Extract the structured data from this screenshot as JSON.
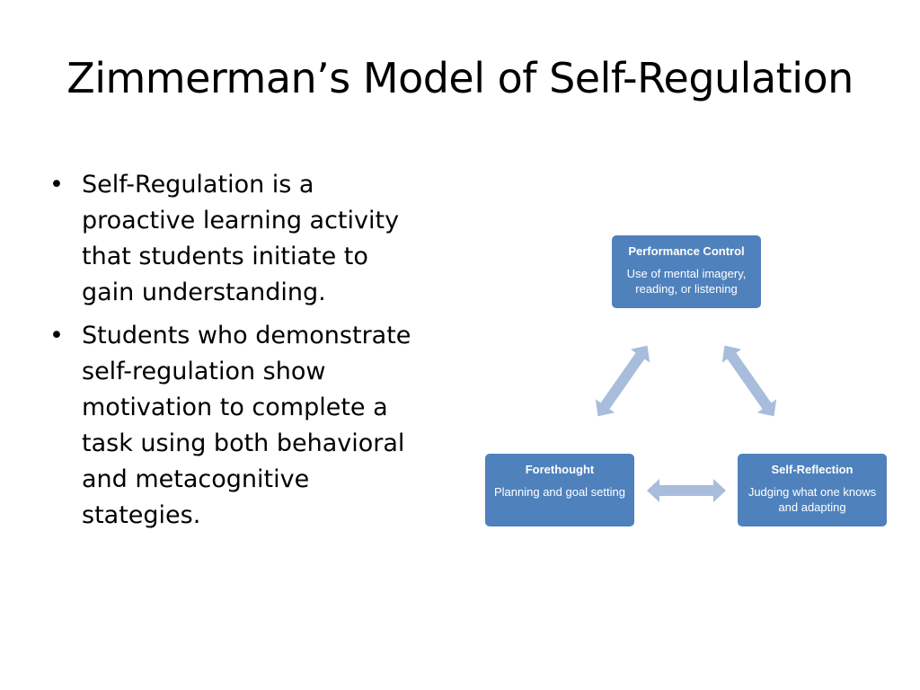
{
  "slide": {
    "title": "Zimmerman’s Model of Self-Regulation",
    "bullets": [
      "Self-Regulation is a proactive learning activity that students initiate to gain understanding.",
      "Students who demonstrate self-regulation show motivation to complete a task using both behavioral and metacognitive stategies."
    ],
    "bullet_glyph": "•"
  },
  "diagram": {
    "box_color": "#4f81bd",
    "arrow_color": "#a7bddb",
    "nodes": [
      {
        "title": "Performance Control",
        "description": "Use of mental imagery, reading, or listening"
      },
      {
        "title": "Forethought",
        "description": "Planning and goal setting"
      },
      {
        "title": "Self-Reflection",
        "description": "Judging what one knows and adapting"
      }
    ]
  }
}
